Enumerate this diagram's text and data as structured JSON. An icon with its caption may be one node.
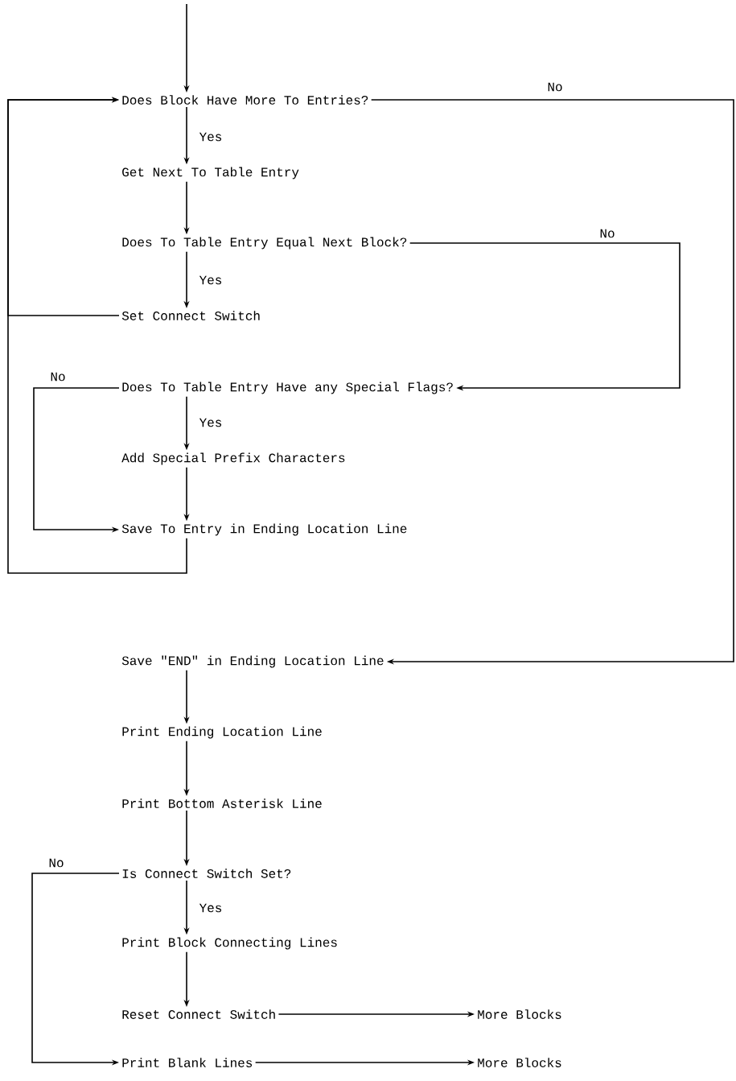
{
  "diagram": {
    "nodes": [
      {
        "text": [
          "Does Block Have More To Entries?"
        ]
      },
      {
        "text": [
          "Get Next To Table Entry"
        ]
      },
      {
        "text": [
          "Does To Table Entry Equal Next Block?"
        ]
      },
      {
        "text": [
          "Set Connect Switch"
        ]
      },
      {
        "text": [
          "Does To Table Entry Have any Special Flags?"
        ]
      },
      {
        "text": [
          "Add Special Prefix Characters"
        ]
      },
      {
        "text": [
          "Save To Entry in Ending Location Line"
        ]
      },
      {
        "text": [
          "Save \"END\" in Ending Location Line"
        ]
      },
      {
        "text": [
          "Print Ending Location Line"
        ]
      },
      {
        "text": [
          "Print Bottom Asterisk Line"
        ]
      },
      {
        "text": [
          "Is Connect Switch Set?"
        ]
      },
      {
        "text": [
          "Print Block Connecting Lines"
        ]
      },
      {
        "text": [
          "Reset Connect Switch"
        ]
      },
      {
        "text": [
          "More Blocks"
        ]
      },
      {
        "text": [
          "Print Blank Lines"
        ]
      },
      {
        "text": [
          "More Blocks"
        ]
      }
    ],
    "edges": [
      {
        "from": null,
        "to": 0,
        "arrow": "to"
      },
      {
        "from": 0,
        "to": 1,
        "arrow": "to",
        "label": "Yes"
      },
      {
        "from": 0,
        "to": 7,
        "arrow": "to",
        "label": "No"
      },
      {
        "from": 1,
        "to": 2,
        "arrow": "to"
      },
      {
        "from": 2,
        "to": 3,
        "arrow": "to",
        "label": "Yes"
      },
      {
        "from": 2,
        "to": 4,
        "arrow": "to",
        "label": "No"
      },
      {
        "from": 3,
        "to": 0,
        "arrow": "to"
      },
      {
        "from": 4,
        "to": 5,
        "arrow": "to",
        "label": "Yes"
      },
      {
        "from": 4,
        "to": 6,
        "arrow": "to",
        "label": "No"
      },
      {
        "from": 5,
        "to": 6,
        "arrow": "to"
      },
      {
        "from": 6,
        "to": 0,
        "arrow": "to"
      },
      {
        "from": 7,
        "to": 8,
        "arrow": "to"
      },
      {
        "from": 8,
        "to": 9,
        "arrow": "to"
      },
      {
        "from": 9,
        "to": 10,
        "arrow": "to"
      },
      {
        "from": 10,
        "to": 11,
        "arrow": "to",
        "label": "Yes"
      },
      {
        "from": 10,
        "to": 14,
        "arrow": "to",
        "label": "No"
      },
      {
        "from": 11,
        "to": 12,
        "arrow": "to"
      },
      {
        "from": 12,
        "to": 13,
        "arrow": "to"
      },
      {
        "from": 14,
        "to": 15,
        "arrow": "to"
      }
    ]
  }
}
